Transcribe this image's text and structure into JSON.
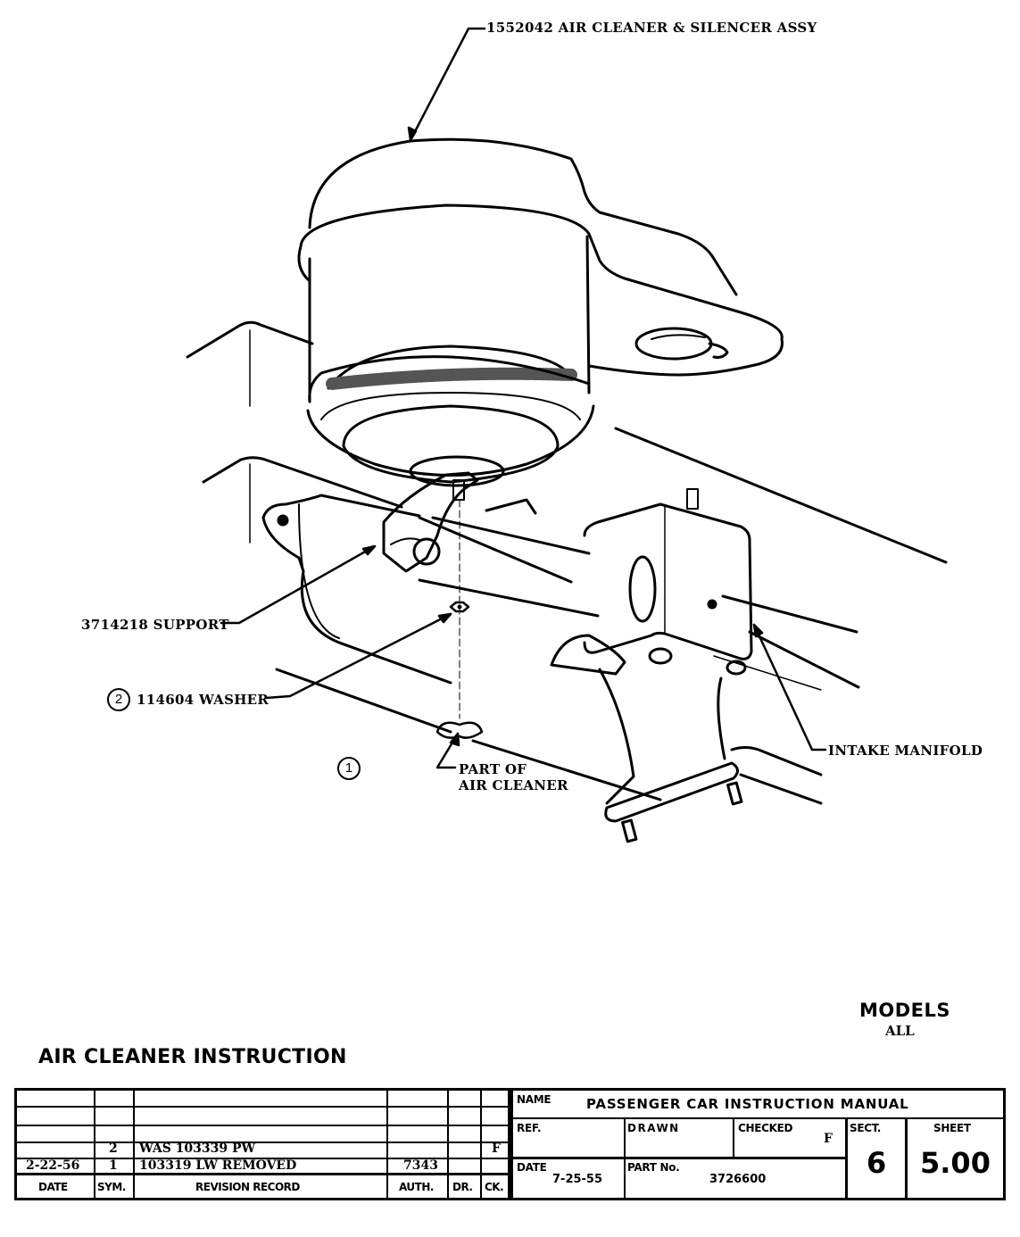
{
  "illustration": {
    "callouts": {
      "air_cleaner_assy": "1552042 AIR CLEANER & SILENCER ASSY",
      "support": "3714218 SUPPORT",
      "washer_note_num": "2",
      "washer": "114604 WASHER",
      "view_note_num": "1",
      "part_of_line1": "PART OF",
      "part_of_line2": "AIR CLEANER",
      "intake_manifold": "INTAKE MANIFOLD"
    }
  },
  "models": {
    "title": "MODELS",
    "value": "ALL"
  },
  "document": {
    "title": "AIR CLEANER INSTRUCTION"
  },
  "revision_table": {
    "headers": {
      "date": "DATE",
      "sym": "SYM.",
      "record": "REVISION RECORD",
      "auth": "AUTH.",
      "dr": "DR.",
      "ck": "CK."
    },
    "rows": [
      {
        "date": "",
        "sym": "",
        "record": "",
        "auth": "",
        "dr": "",
        "ck": ""
      },
      {
        "date": "",
        "sym": "",
        "record": "",
        "auth": "",
        "dr": "",
        "ck": ""
      },
      {
        "date": "",
        "sym": "",
        "record": "",
        "auth": "",
        "dr": "",
        "ck": ""
      },
      {
        "date": "",
        "sym": "2",
        "record": "WAS 103339  PW",
        "auth": "",
        "dr": "",
        "ck": "F"
      },
      {
        "date": "2-22-56",
        "sym": "1",
        "record": "103319  LW  REMOVED",
        "auth": "7343",
        "dr": "",
        "ck": ""
      }
    ]
  },
  "title_block": {
    "name_label": "NAME",
    "name_value": "PASSENGER CAR INSTRUCTION MANUAL",
    "ref_label": "REF.",
    "ref_value": "",
    "drawn_label": "DRAWN",
    "drawn_value": "",
    "checked_label": "CHECKED",
    "checked_value": "F",
    "sect_label": "SECT.",
    "sect_value": "6",
    "sheet_label": "SHEET",
    "sheet_value": "5.00",
    "date_label": "DATE",
    "date_value": "7-25-55",
    "part_label": "PART No.",
    "part_value": "3726600"
  }
}
